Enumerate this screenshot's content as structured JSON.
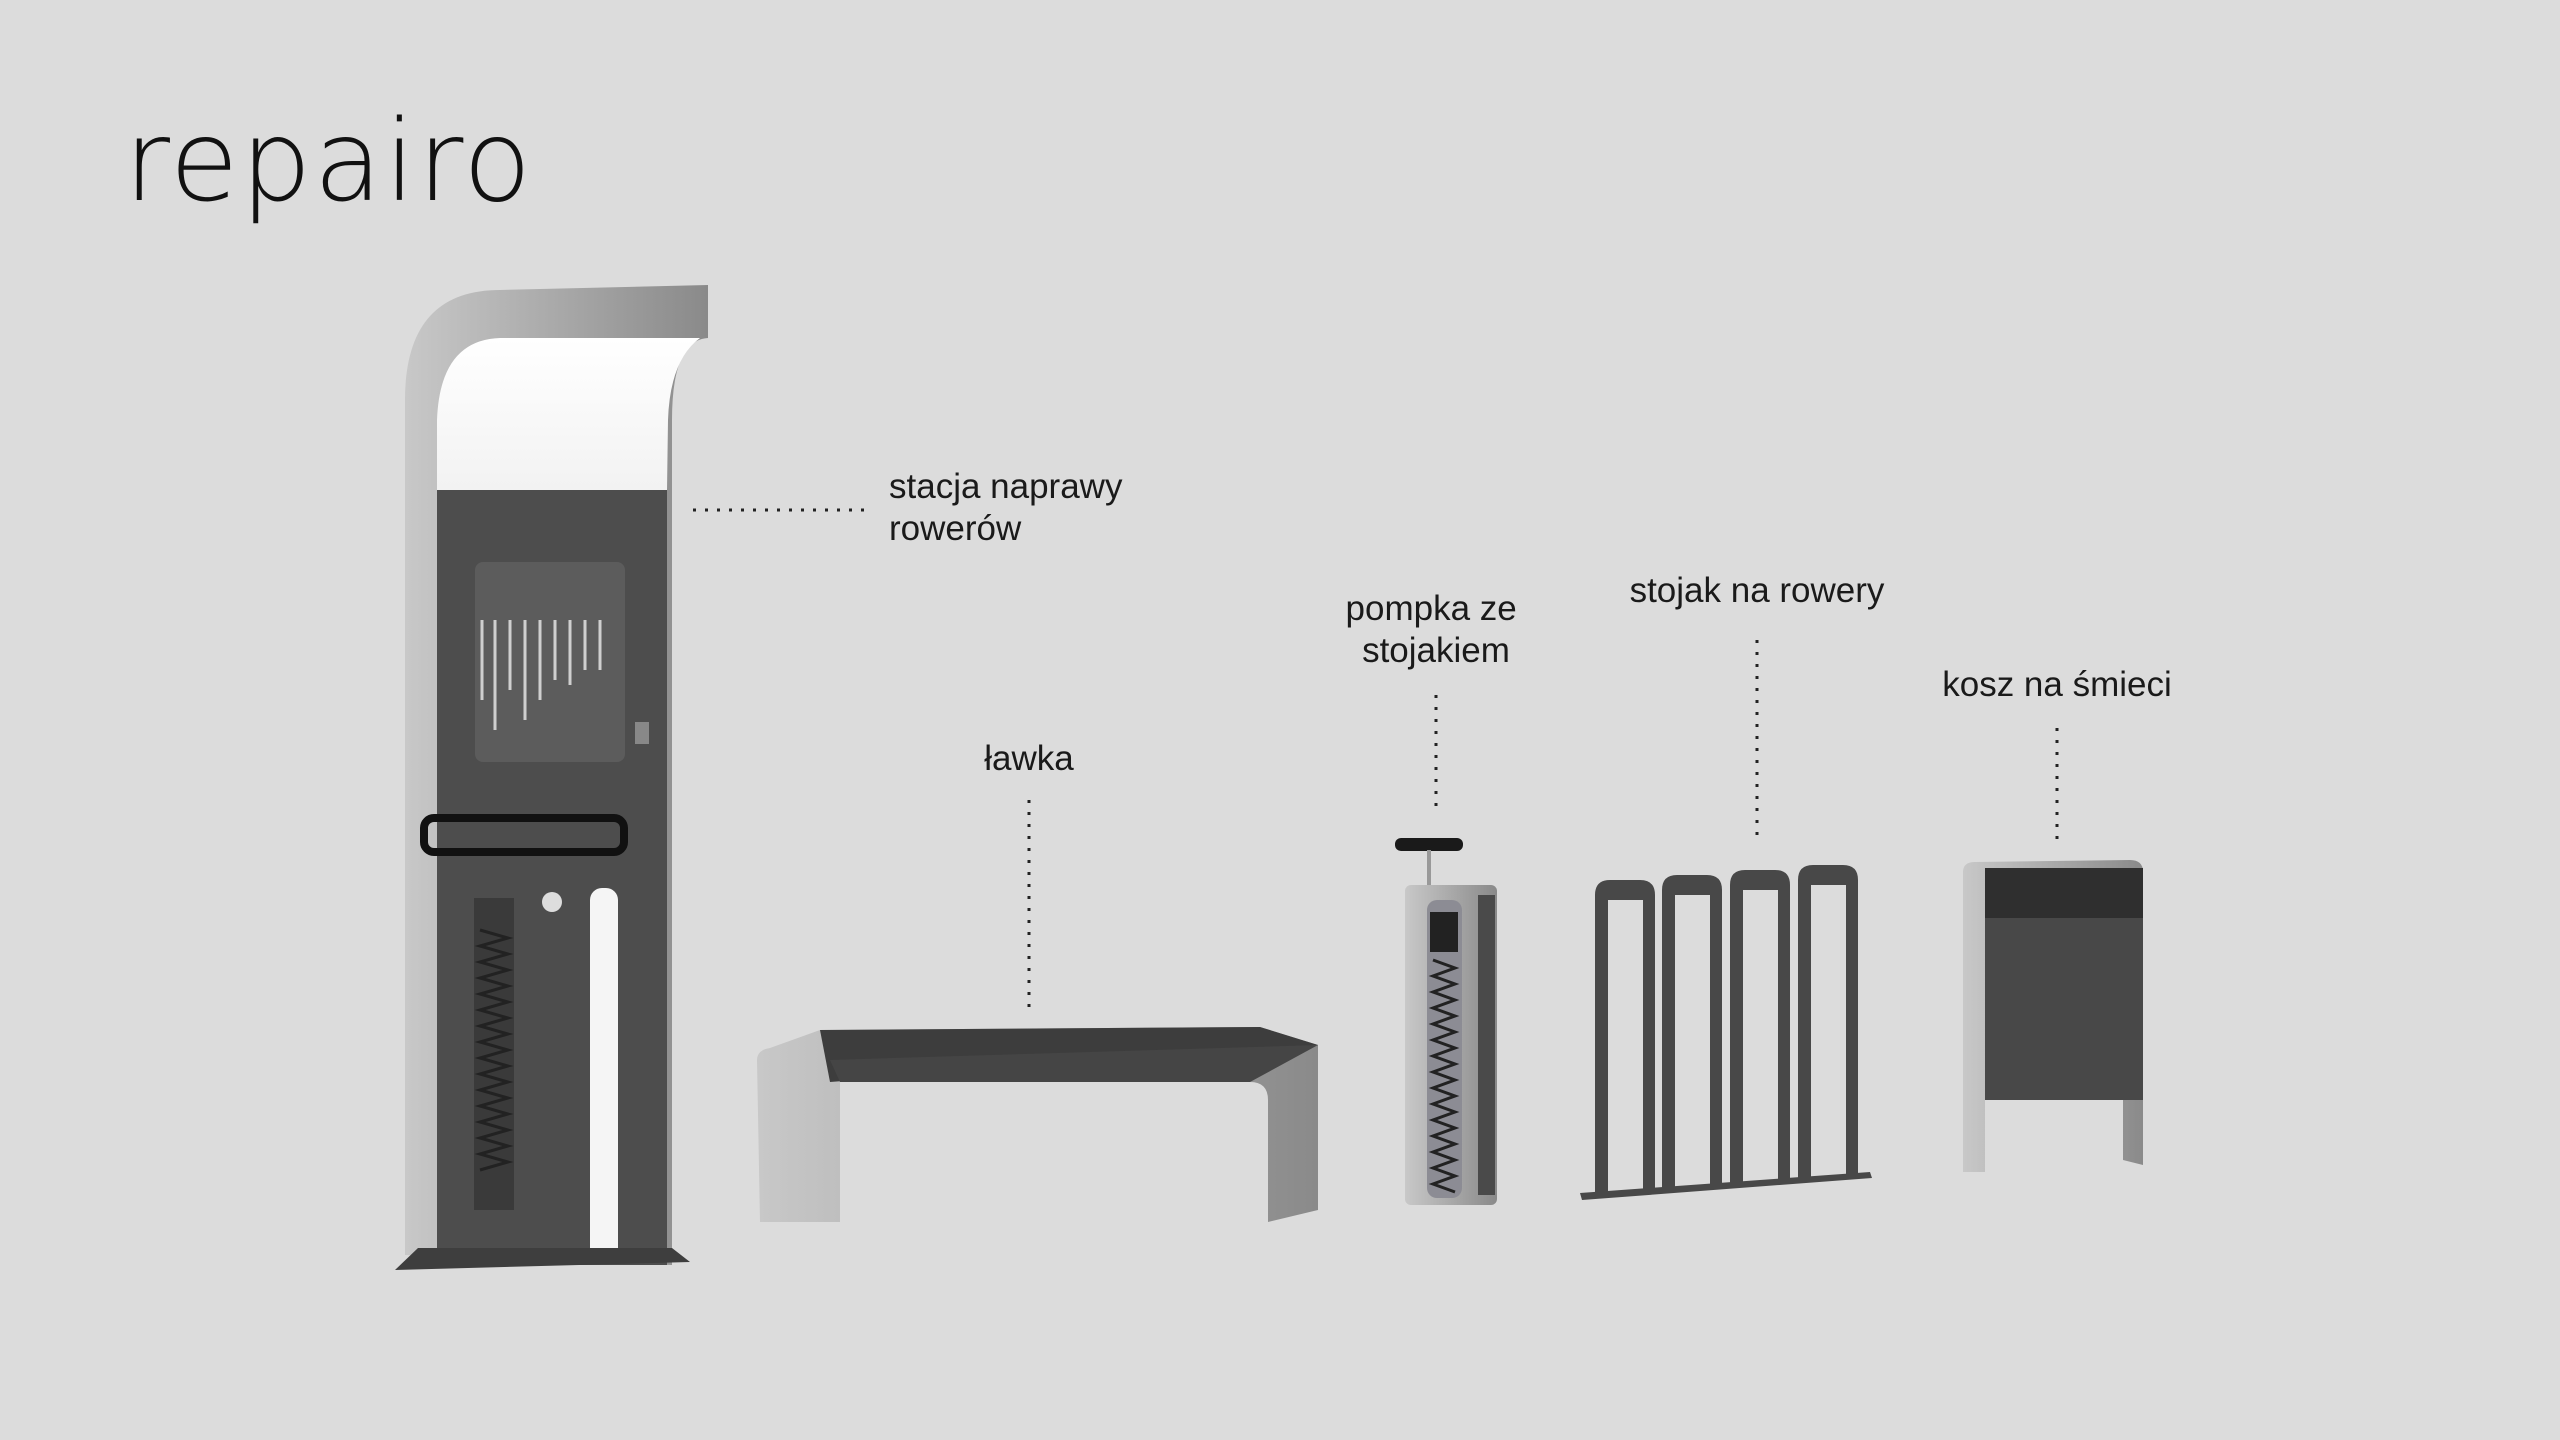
{
  "brand": {
    "logo": "repairo"
  },
  "products": [
    {
      "label_lines": [
        "stacja naprawy",
        "rowerów"
      ]
    },
    {
      "label_lines": [
        "ławka"
      ]
    },
    {
      "label_lines": [
        "pompka ze",
        "stojakiem"
      ]
    },
    {
      "label_lines": [
        "stojak na rowery"
      ]
    },
    {
      "label_lines": [
        "kosz na śmieci"
      ]
    }
  ],
  "colors": {
    "background": "#dcdcdc",
    "dark_metal": "#4a4a4a",
    "light_metal": "#a8a8a8",
    "text": "#1a1a1a"
  }
}
